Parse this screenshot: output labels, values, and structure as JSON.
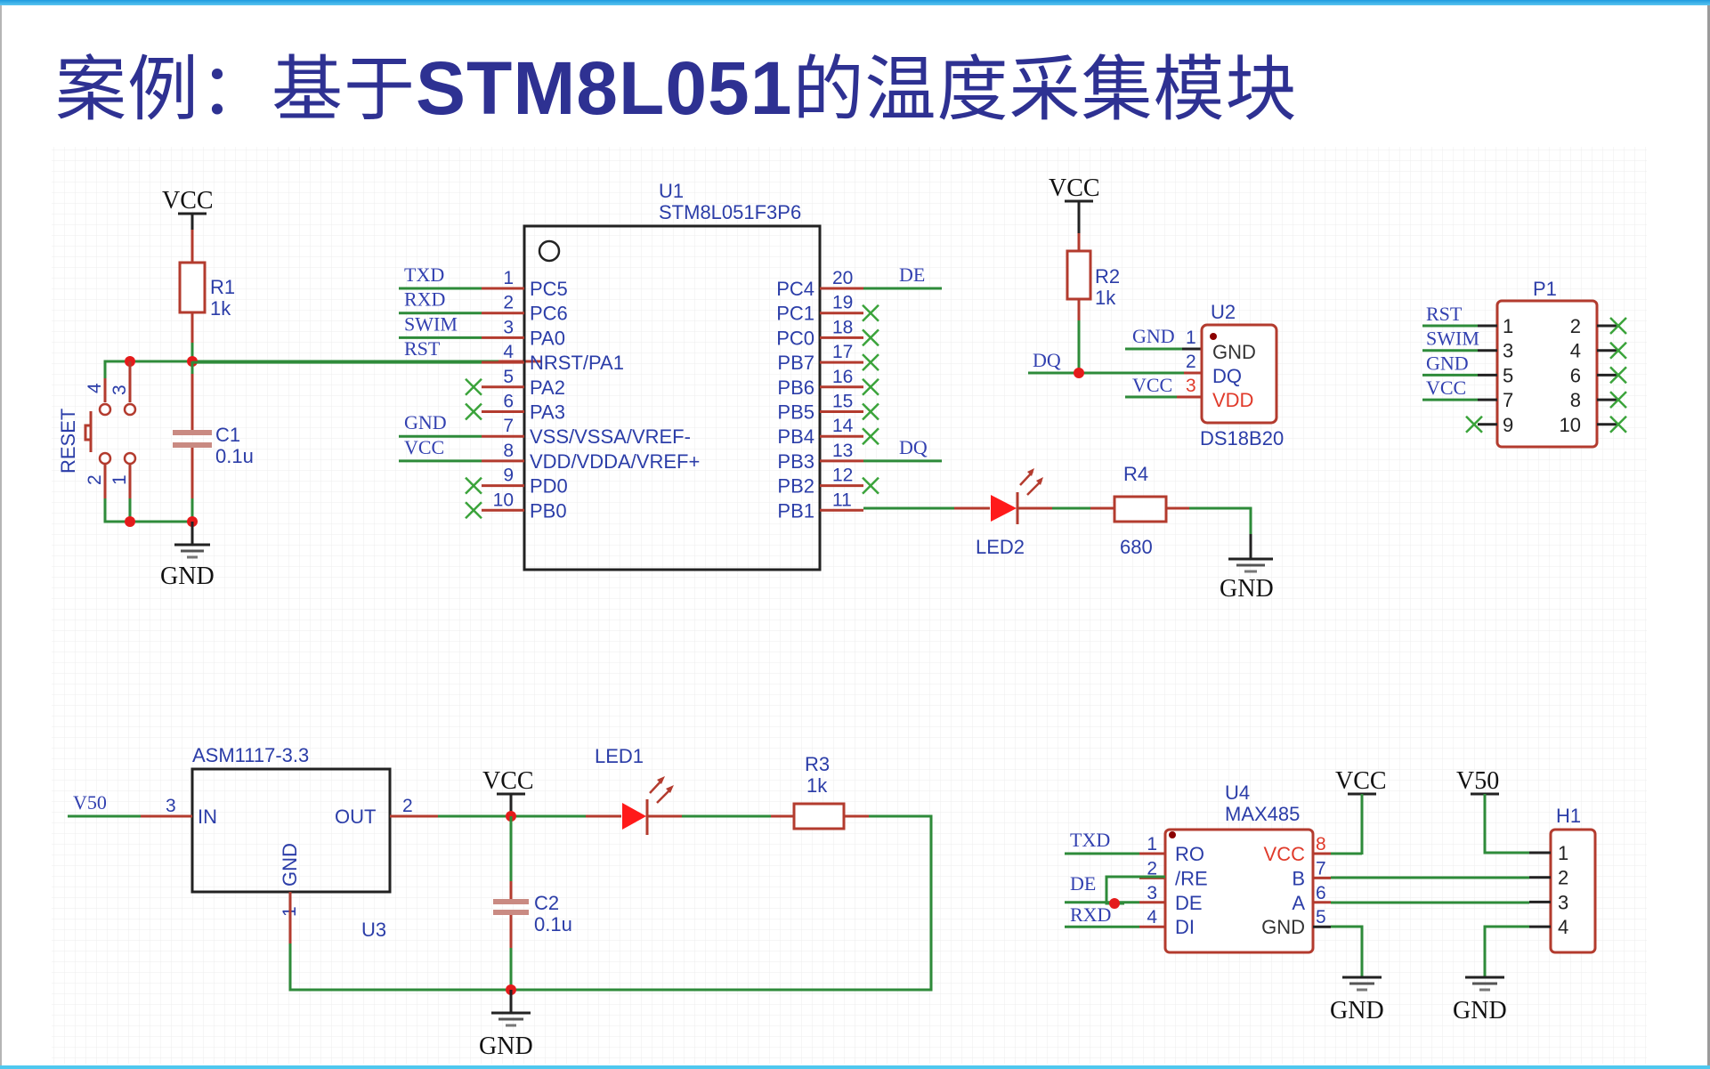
{
  "title": {
    "prefix": "案例：基于",
    "chip": "STM8L051",
    "suffix": "的温度采集模块"
  },
  "colors": {
    "title": "#2e3192",
    "wire": "#2e8b3a",
    "pin": "#b33b2e",
    "label": "#2b3da8",
    "junction": "#e41b1b",
    "led": "#ff1a1a"
  },
  "power": {
    "vcc": "VCC",
    "gnd": "GND",
    "v50": "V50"
  },
  "reset_circuit": {
    "r1": {
      "ref": "R1",
      "value": "1k"
    },
    "c1": {
      "ref": "C1",
      "value": "0.1u"
    },
    "switch": {
      "ref": "RESET",
      "pins": [
        "4",
        "3",
        "2",
        "1"
      ]
    }
  },
  "u1": {
    "ref": "U1",
    "part": "STM8L051F3P6",
    "left_pins": [
      {
        "num": "1",
        "name": "PC5",
        "net": "TXD"
      },
      {
        "num": "2",
        "name": "PC6",
        "net": "RXD"
      },
      {
        "num": "3",
        "name": "PA0",
        "net": "SWIM"
      },
      {
        "num": "4",
        "name": "NRST/PA1",
        "net": "RST"
      },
      {
        "num": "5",
        "name": "PA2",
        "net": ""
      },
      {
        "num": "6",
        "name": "PA3",
        "net": ""
      },
      {
        "num": "7",
        "name": "VSS/VSSA/VREF-",
        "net": "GND"
      },
      {
        "num": "8",
        "name": "VDD/VDDA/VREF+",
        "net": "VCC"
      },
      {
        "num": "9",
        "name": "PD0",
        "net": ""
      },
      {
        "num": "10",
        "name": "PB0",
        "net": ""
      }
    ],
    "right_pins": [
      {
        "num": "20",
        "name": "PC4",
        "net": "DE"
      },
      {
        "num": "19",
        "name": "PC1",
        "net": ""
      },
      {
        "num": "18",
        "name": "PC0",
        "net": ""
      },
      {
        "num": "17",
        "name": "PB7",
        "net": ""
      },
      {
        "num": "16",
        "name": "PB6",
        "net": ""
      },
      {
        "num": "15",
        "name": "PB5",
        "net": ""
      },
      {
        "num": "14",
        "name": "PB4",
        "net": ""
      },
      {
        "num": "13",
        "name": "PB3",
        "net": "DQ"
      },
      {
        "num": "12",
        "name": "PB2",
        "net": ""
      },
      {
        "num": "11",
        "name": "PB1",
        "net": ""
      }
    ]
  },
  "sensor": {
    "r2": {
      "ref": "R2",
      "value": "1k"
    },
    "u2": {
      "ref": "U2",
      "part": "DS18B20"
    },
    "net_dq": "DQ",
    "pins": [
      {
        "num": "1",
        "name": "GND",
        "net": "GND"
      },
      {
        "num": "2",
        "name": "DQ",
        "net": "VCC"
      },
      {
        "num": "3",
        "name": "VDD",
        "net": ""
      }
    ]
  },
  "led2": {
    "ref": "LED2",
    "r4": {
      "ref": "R4",
      "value": "680"
    }
  },
  "p1": {
    "ref": "P1",
    "left_nets": [
      "RST",
      "SWIM",
      "GND",
      "VCC"
    ],
    "left_pins": [
      "1",
      "3",
      "5",
      "7",
      "9"
    ],
    "right_pins": [
      "2",
      "4",
      "6",
      "8",
      "10"
    ]
  },
  "regulator": {
    "part": "ASM1117-3.3",
    "ref": "U3",
    "in_net": "V50",
    "pins": {
      "in": "IN",
      "out": "OUT",
      "gnd": "GND",
      "in_num": "3",
      "out_num": "2",
      "gnd_num": "1"
    },
    "c2": {
      "ref": "C2",
      "value": "0.1u"
    },
    "led1": {
      "ref": "LED1"
    },
    "r3": {
      "ref": "R3",
      "value": "1k"
    }
  },
  "u4": {
    "ref": "U4",
    "part": "MAX485",
    "left_nets": [
      "TXD",
      "DE",
      "RXD"
    ],
    "left_pins": [
      {
        "num": "1",
        "name": "RO"
      },
      {
        "num": "2",
        "name": "/RE"
      },
      {
        "num": "3",
        "name": "DE"
      },
      {
        "num": "4",
        "name": "DI"
      }
    ],
    "right_pins": [
      {
        "num": "8",
        "name": "VCC"
      },
      {
        "num": "7",
        "name": "B"
      },
      {
        "num": "6",
        "name": "A"
      },
      {
        "num": "5",
        "name": "GND"
      }
    ]
  },
  "h1": {
    "ref": "H1",
    "pins": [
      "1",
      "2",
      "3",
      "4"
    ]
  }
}
